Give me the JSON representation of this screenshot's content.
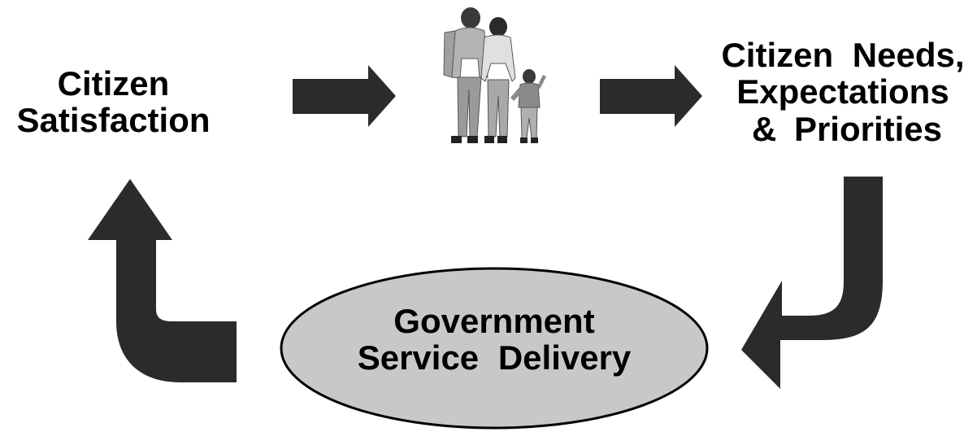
{
  "left": {
    "line1": "Citizen",
    "line2": "Satisfaction"
  },
  "right": {
    "line1": "Citizen Needs,",
    "line2": "Expectations",
    "line3": "& Priorities"
  },
  "center": {
    "line1": "Government",
    "line2": "Service Delivery"
  },
  "colors": {
    "arrow": "#2b2b2b",
    "ellipse_fill": "#c8c8c8",
    "ellipse_stroke": "#000000",
    "figure_fill": "#b4b4b4",
    "figure_shadow": "#7a7a7a"
  },
  "icons": [
    "family-icon",
    "arrow-right-icon",
    "curved-arrow-icon"
  ]
}
